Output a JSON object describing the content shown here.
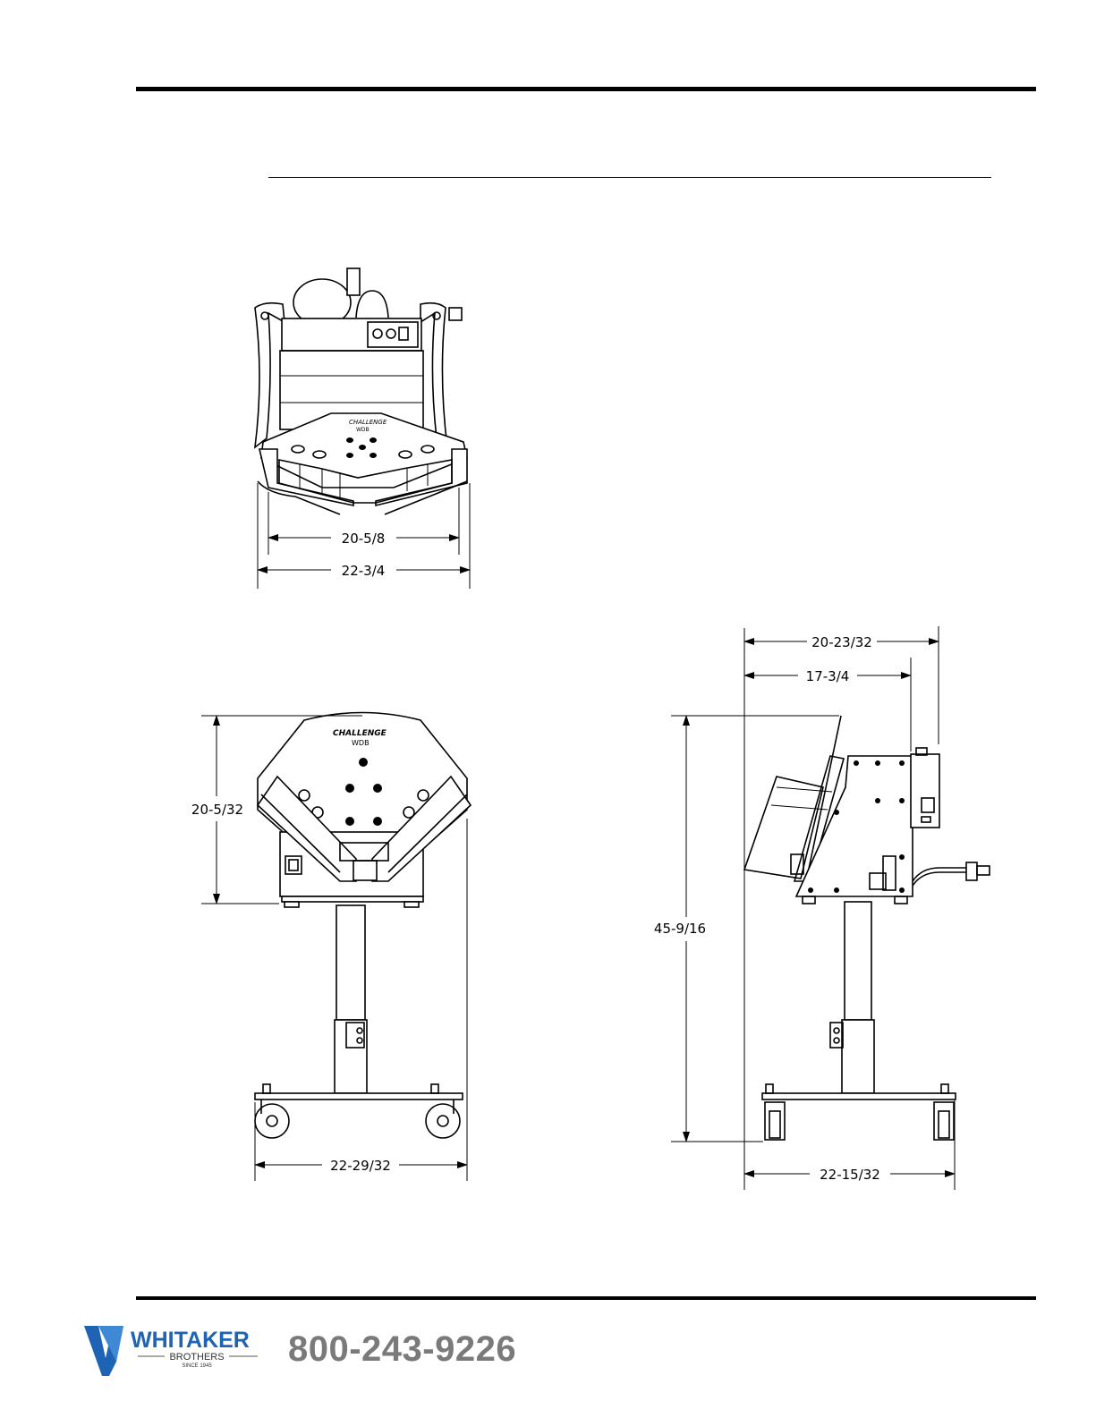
{
  "views": {
    "top": {
      "dim_inner_width": "20-5/8",
      "dim_outer_width": "22-3/4",
      "brand_text": "CHALLENGE",
      "model_text": "WDB"
    },
    "front": {
      "dim_head_height": "20-5/32",
      "dim_base_width": "22-29/32",
      "brand_text": "CHALLENGE",
      "model_text": "WDB"
    },
    "side": {
      "dim_overall_depth": "20-23/32",
      "dim_cabinet_depth": "17-3/4",
      "dim_overall_height": "45-9/16",
      "dim_base_depth": "22-15/32"
    }
  },
  "footer": {
    "logo_name": "WHITAKER",
    "logo_sub": "BROTHERS",
    "logo_since": "SINCE 1945",
    "phone": "800-243-9226",
    "logo_color": "#1f63b4"
  }
}
